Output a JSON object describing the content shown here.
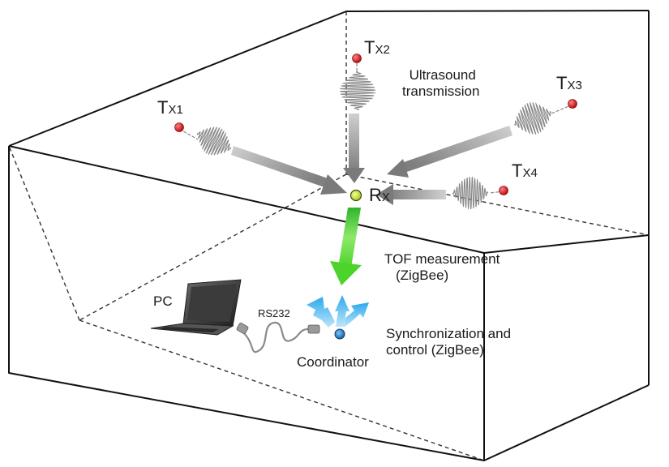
{
  "transmitters": [
    {
      "main": "T",
      "sub": "X1"
    },
    {
      "main": "T",
      "sub": "X2"
    },
    {
      "main": "T",
      "sub": "X3"
    },
    {
      "main": "T",
      "sub": "X4"
    }
  ],
  "receiver": {
    "main": "R",
    "sub": "X"
  },
  "labels": {
    "ultrasound_line1": "Ultrasound",
    "ultrasound_line2": "transmission",
    "tof_line1": "TOF measurement",
    "tof_line2": "(ZigBee)",
    "sync_line1": "Synchronization and",
    "sync_line2": "control (ZigBee)",
    "pc": "PC",
    "rs232": "RS232",
    "coordinator": "Coordinator"
  },
  "colors": {
    "transmitter_dot": "#d7141a",
    "receiver_dot": "#c8e83a",
    "coordinator_dot": "#1f7fd1",
    "ultrasound_arrow": "#9a9a9a",
    "tof_arrow": "#4cd42a",
    "sync_arrows": "#2aa9ec",
    "box_edges": "#111111"
  },
  "icons": [
    "transmitter-dot-icon",
    "receiver-dot-icon",
    "coordinator-dot-icon",
    "laptop-icon",
    "rs232-cable-icon",
    "ultrasound-wave-icon"
  ]
}
